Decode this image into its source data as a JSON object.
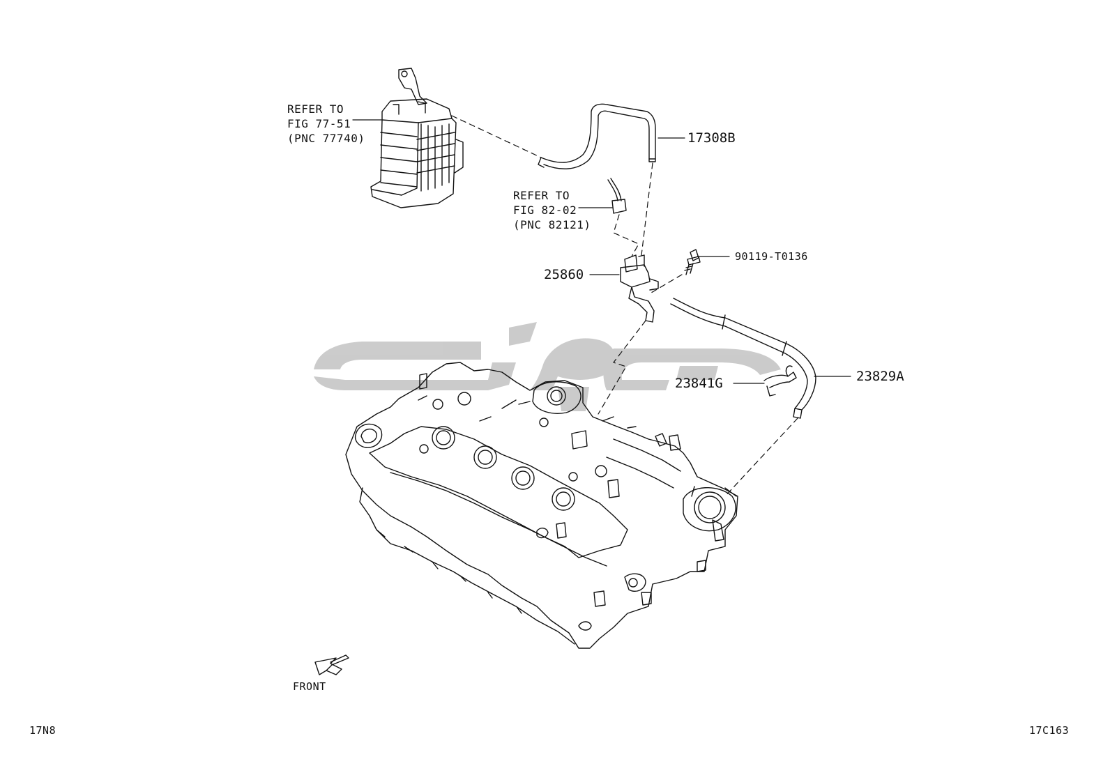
{
  "refs": {
    "canister": {
      "line1": "REFER TO",
      "line2": "FIG 77-51",
      "line3": "(PNC 77740)"
    },
    "sensor": {
      "line1": "REFER TO",
      "line2": "FIG 82-02",
      "line3": "(PNC 82121)"
    }
  },
  "parts": {
    "hose_upper": "17308B",
    "bolt": "90119-T0136",
    "vsv": "25860",
    "clamp": "23841G",
    "hose_lower": "23829A"
  },
  "front_label": "FRONT",
  "footer": {
    "left": "17N8",
    "right": "17C163"
  },
  "icons": {
    "front": "front-arrow-icon"
  }
}
